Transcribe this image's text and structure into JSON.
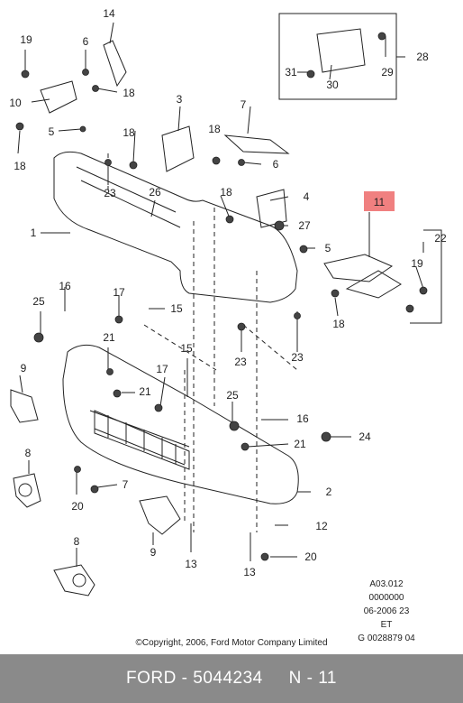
{
  "callouts": {
    "c14": "14",
    "c19a": "19",
    "c6a": "6",
    "c10": "10",
    "c18a": "18",
    "c5a": "5",
    "c18b": "18",
    "c3": "3",
    "c7a": "7",
    "c18c": "18",
    "c6b": "6",
    "c23a": "23",
    "c18d": "18",
    "c26": "26",
    "c1": "1",
    "c4": "4",
    "c18e": "18",
    "c27": "27",
    "c5b": "5",
    "c11": "11",
    "c22": "22",
    "c19b": "19",
    "c18f": "18",
    "c25a": "25",
    "c16a": "16",
    "c17a": "17",
    "c15a": "15",
    "c23b": "23",
    "c23c": "23",
    "c9a": "9",
    "c21a": "21",
    "c21b": "21",
    "c17b": "17",
    "c15b": "15",
    "c25b": "25",
    "c16b": "16",
    "c21c": "21",
    "c24": "24",
    "c8a": "8",
    "c20a": "20",
    "c7b": "7",
    "c2": "2",
    "c9b": "9",
    "c12": "12",
    "c13a": "13",
    "c13b": "13",
    "c20b": "20",
    "c8b": "8",
    "c31": "31",
    "c30": "30",
    "c29": "29",
    "c28": "28"
  },
  "reference": {
    "line1": "A03.012",
    "line2": "0000000",
    "line3": "06-2006 23",
    "line4": "ET",
    "line5": "G 0028879 04"
  },
  "copyright": "©Copyright, 2006, Ford Motor Company Limited",
  "footer": {
    "brand": "FORD",
    "sep1": " - ",
    "part_number": "5044234",
    "sep2": "     N - ",
    "position": "11"
  },
  "colors": {
    "highlight": "#f08080",
    "footer_bg": "#8a8a8a",
    "line": "#222222"
  }
}
